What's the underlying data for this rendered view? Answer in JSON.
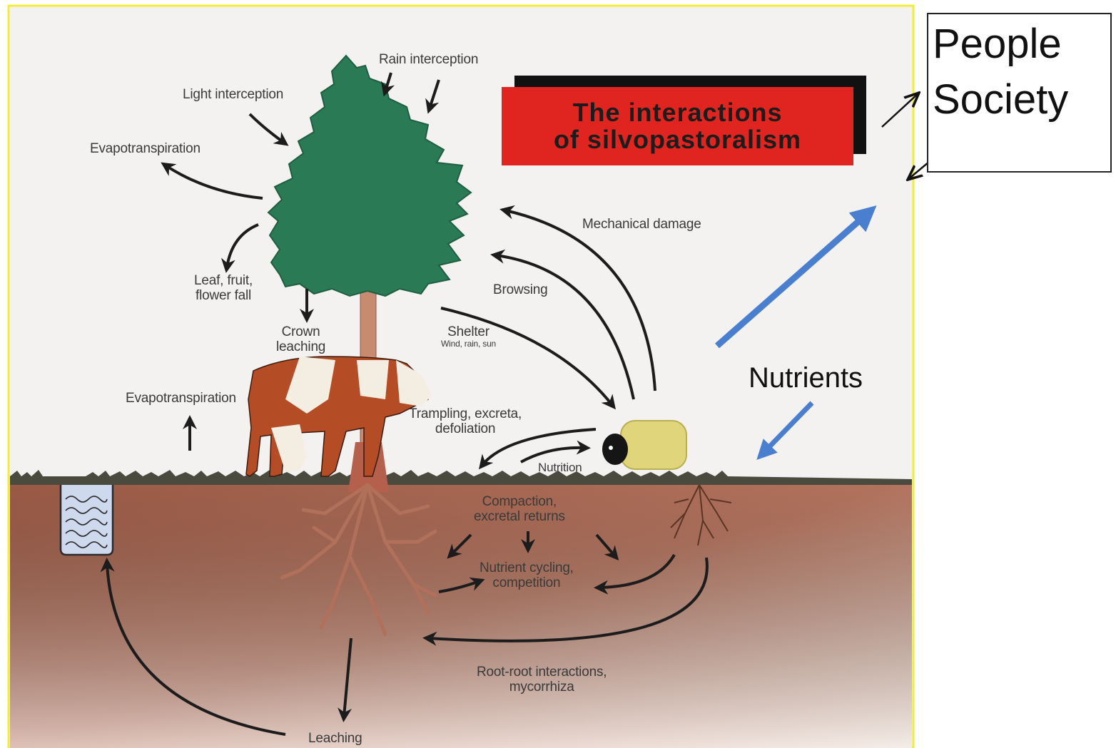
{
  "title": {
    "line1": "The interactions",
    "line2": "of silvopastoralism"
  },
  "people_box": {
    "line1": "People",
    "line2": "Society"
  },
  "annotation": "Nutrients",
  "labels": {
    "rain_interception": "Rain interception",
    "light_interception": "Light interception",
    "evapotranspiration_tree": "Evapotranspiration",
    "leaf_fall_line1": "Leaf, fruit,",
    "leaf_fall_line2": "flower fall",
    "crown_leaching_line1": "Crown",
    "crown_leaching_line2": "leaching",
    "mechanical_damage": "Mechanical damage",
    "browsing": "Browsing",
    "shelter": "Shelter",
    "shelter_sub": "Wind, rain, sun",
    "evapotranspiration_ground": "Evapotranspiration",
    "trampling_line1": "Trampling, excreta,",
    "trampling_line2": "defoliation",
    "nutrition": "Nutrition",
    "compaction_line1": "Compaction,",
    "compaction_line2": "excretal returns",
    "nutrient_cycling_line1": "Nutrient cycling,",
    "nutrient_cycling_line2": "competition",
    "root_root_line1": "Root-root interactions,",
    "root_root_line2": "mycorrhiza",
    "leaching": "Leaching"
  },
  "colors": {
    "tree_foliage": "#2a7a55",
    "trunk": "#c98a72",
    "soil": "#a5634e",
    "sky": "#f3f2f0",
    "frame": "#f2ec3c",
    "title_red": "#e0241f",
    "blue_arrow": "#4a7fd0",
    "arrow": "#1c1c1c"
  }
}
